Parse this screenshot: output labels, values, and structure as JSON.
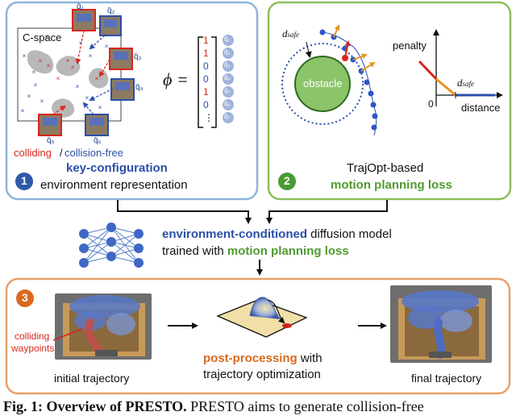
{
  "colors": {
    "panel1_border": "#8db4dc",
    "panel2_border": "#8cbf5d",
    "panel3_border": "#e9a06a",
    "blue": "#2b4fa8",
    "green": "#4f9a2f",
    "orange": "#d9691e",
    "red": "#d9261c",
    "badge_blue": "#2e5aa8",
    "badge_green": "#4a9a34",
    "badge_orange": "#d9691e"
  },
  "panel1": {
    "cspace_label": "C-space",
    "q_labels": [
      "q̄₁",
      "q̄₂",
      "q̄₃",
      "q̄₄",
      "q̄₅",
      "q̄₆",
      "q̄₇"
    ],
    "q_top": "q̄₁",
    "q_top2": "q̄₂",
    "q_right3": "q̄₃",
    "q_right4": "q̄₄",
    "q_bottom5": "q̄₅",
    "q_bottom6": "q̄₆",
    "phi": "ϕ =",
    "vector": [
      "1",
      "1",
      "0",
      "0",
      "1",
      "0",
      "⋮"
    ],
    "colliding": "colliding",
    "slash": "/",
    "collision_free": "collision-free",
    "badge": "1",
    "title": "key-configuration",
    "subtitle": "environment representation"
  },
  "panel2": {
    "d_safe": "d",
    "d_safe_sub": "safe",
    "obstacle": "obstacle",
    "penalty": "penalty",
    "zero": "0",
    "distance": "distance",
    "badge": "2",
    "line1": "TrajOpt-based",
    "title": "motion planning loss"
  },
  "middle": {
    "line1_bold": "environment-conditioned",
    "line1_rest": " diffusion model",
    "line2_start": "trained with ",
    "line2_bold": "motion planning loss"
  },
  "panel3": {
    "badge": "3",
    "colliding": "colliding",
    "waypoints": "waypoints",
    "initial": "initial trajectory",
    "post_bold": "post-processing",
    "post_rest": " with",
    "post_line2": "trajectory optimization",
    "final": "final trajectory"
  },
  "caption": {
    "fig": "Fig. 1: Overview of PRESTO.",
    "rest": " PRESTO aims to generate collision-free"
  }
}
